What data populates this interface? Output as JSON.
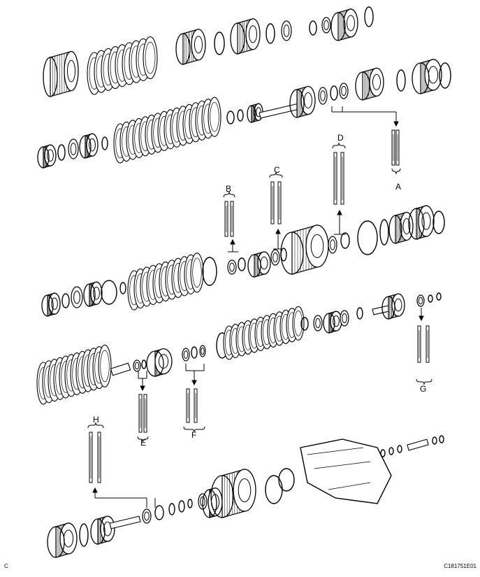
{
  "diagram": {
    "labels": {
      "a": "A",
      "b": "B",
      "c": "C",
      "d": "D",
      "e": "E",
      "f": "F",
      "g": "G",
      "h": "H"
    },
    "footer": {
      "left": "C",
      "right": "C181751E01"
    }
  }
}
